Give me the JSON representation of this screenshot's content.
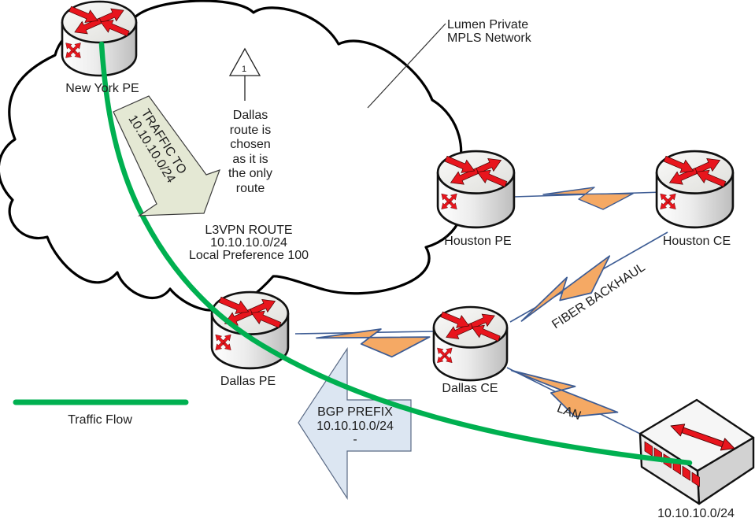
{
  "diagram": {
    "cloud_label_lines": [
      "Lumen Private",
      "MPLS Network"
    ],
    "nodes": {
      "new_york_pe": "New York PE",
      "houston_pe": "Houston PE",
      "houston_ce": "Houston CE",
      "dallas_pe": "Dallas PE",
      "dallas_ce": "Dallas CE",
      "lan_subnet": "10.10.10.0/24"
    },
    "callout": {
      "number": "1",
      "note_lines": [
        "Dallas",
        "route is",
        "chosen",
        "as it is",
        "the only",
        "route"
      ]
    },
    "l3vpn_lines": [
      "L3VPN ROUTE",
      "10.10.10.0/24",
      "Local Preference 100"
    ],
    "traffic_arrow_lines": [
      "TRAFFIC TO",
      "10.10.10.0/24"
    ],
    "bgp_arrow_lines": [
      "BGP PREFIX",
      "10.10.10.0/24",
      "-"
    ],
    "link_labels": {
      "fiber": "FIBER BACKHAUL",
      "lan": "LAN"
    },
    "legend": {
      "label": "Traffic Flow"
    },
    "colors": {
      "traffic_green": "#00b050",
      "bolt_fill": "#f5a964",
      "bolt_stroke": "#3d5c94",
      "line": "#3d5c94",
      "traffic_arrow_fill": "#e4e8d4",
      "bgp_arrow_fill": "#dce6f2",
      "router_red": "#e8151d"
    }
  }
}
